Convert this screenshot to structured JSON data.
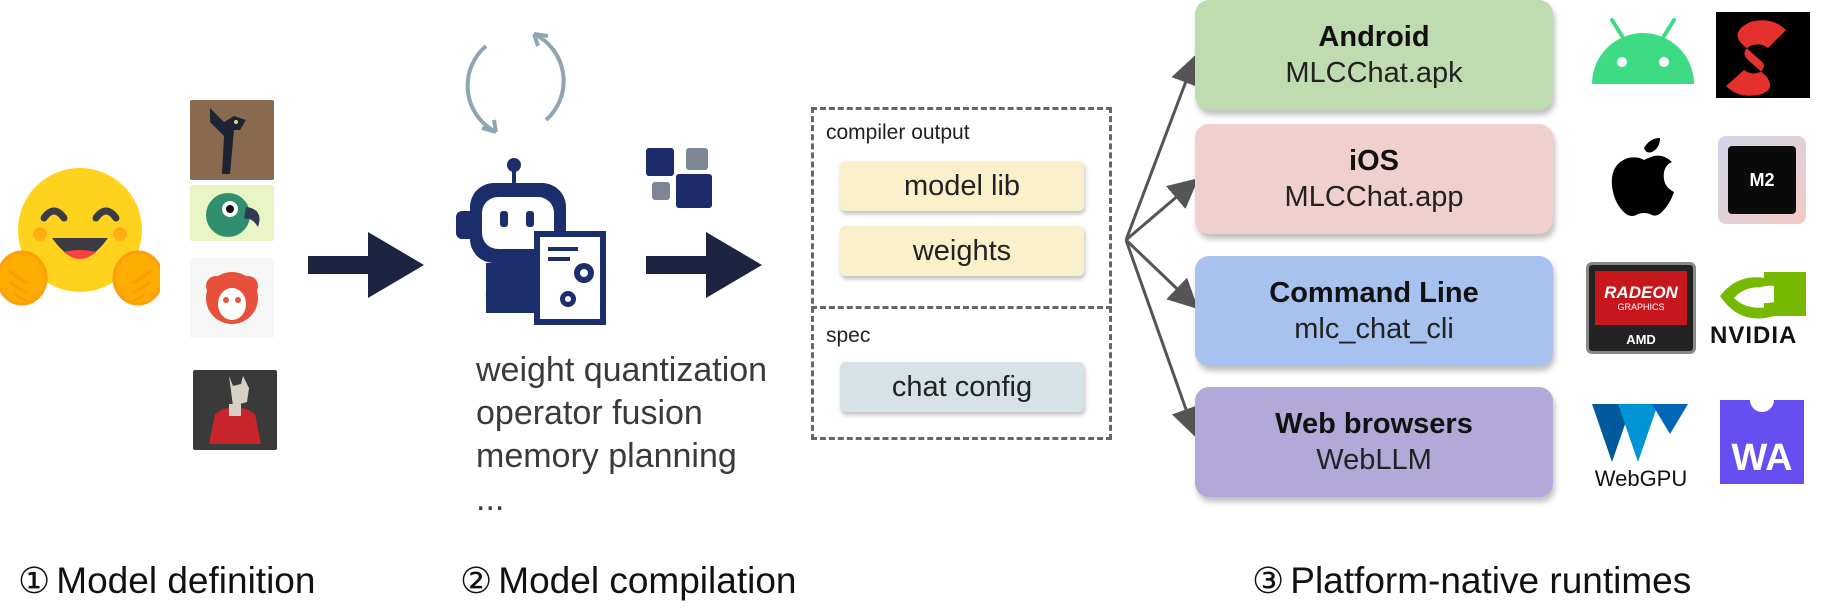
{
  "steps": {
    "definition": {
      "number": "①",
      "title": "Model definition"
    },
    "compilation": {
      "number": "②",
      "title": "Model compilation"
    },
    "runtimes": {
      "number": "③",
      "title": "Platform-native runtimes"
    }
  },
  "compilation": {
    "features": [
      "weight quantization",
      "operator fusion",
      "memory planning",
      "..."
    ]
  },
  "compiler_output": {
    "label": "compiler output",
    "items": [
      "model lib",
      "weights"
    ]
  },
  "spec": {
    "label": "spec",
    "items": [
      "chat config"
    ]
  },
  "platforms": [
    {
      "name": "Android",
      "artifact": "MLCChat.apk",
      "color": "#bfdbb0"
    },
    {
      "name": "iOS",
      "artifact": "MLCChat.app",
      "color": "#f0cfcf"
    },
    {
      "name": "Command Line",
      "artifact": "mlc_chat_cli",
      "color": "#a8c2f0"
    },
    {
      "name": "Web browsers",
      "artifact": "WebLLM",
      "color": "#b3a9d8"
    }
  ],
  "hardware_logos": {
    "apple_m2": "M2",
    "radeon": [
      "RADEON",
      "GRAPHICS",
      "AMD"
    ],
    "nvidia": "NVIDIA",
    "webgpu": "WebGPU",
    "wasm": "WA"
  },
  "colors": {
    "arrow": "#1b2440",
    "artifact_yellow": "#fbf0cc",
    "artifact_blue": "#d6e2e6",
    "robot": "#1c2d6b"
  }
}
